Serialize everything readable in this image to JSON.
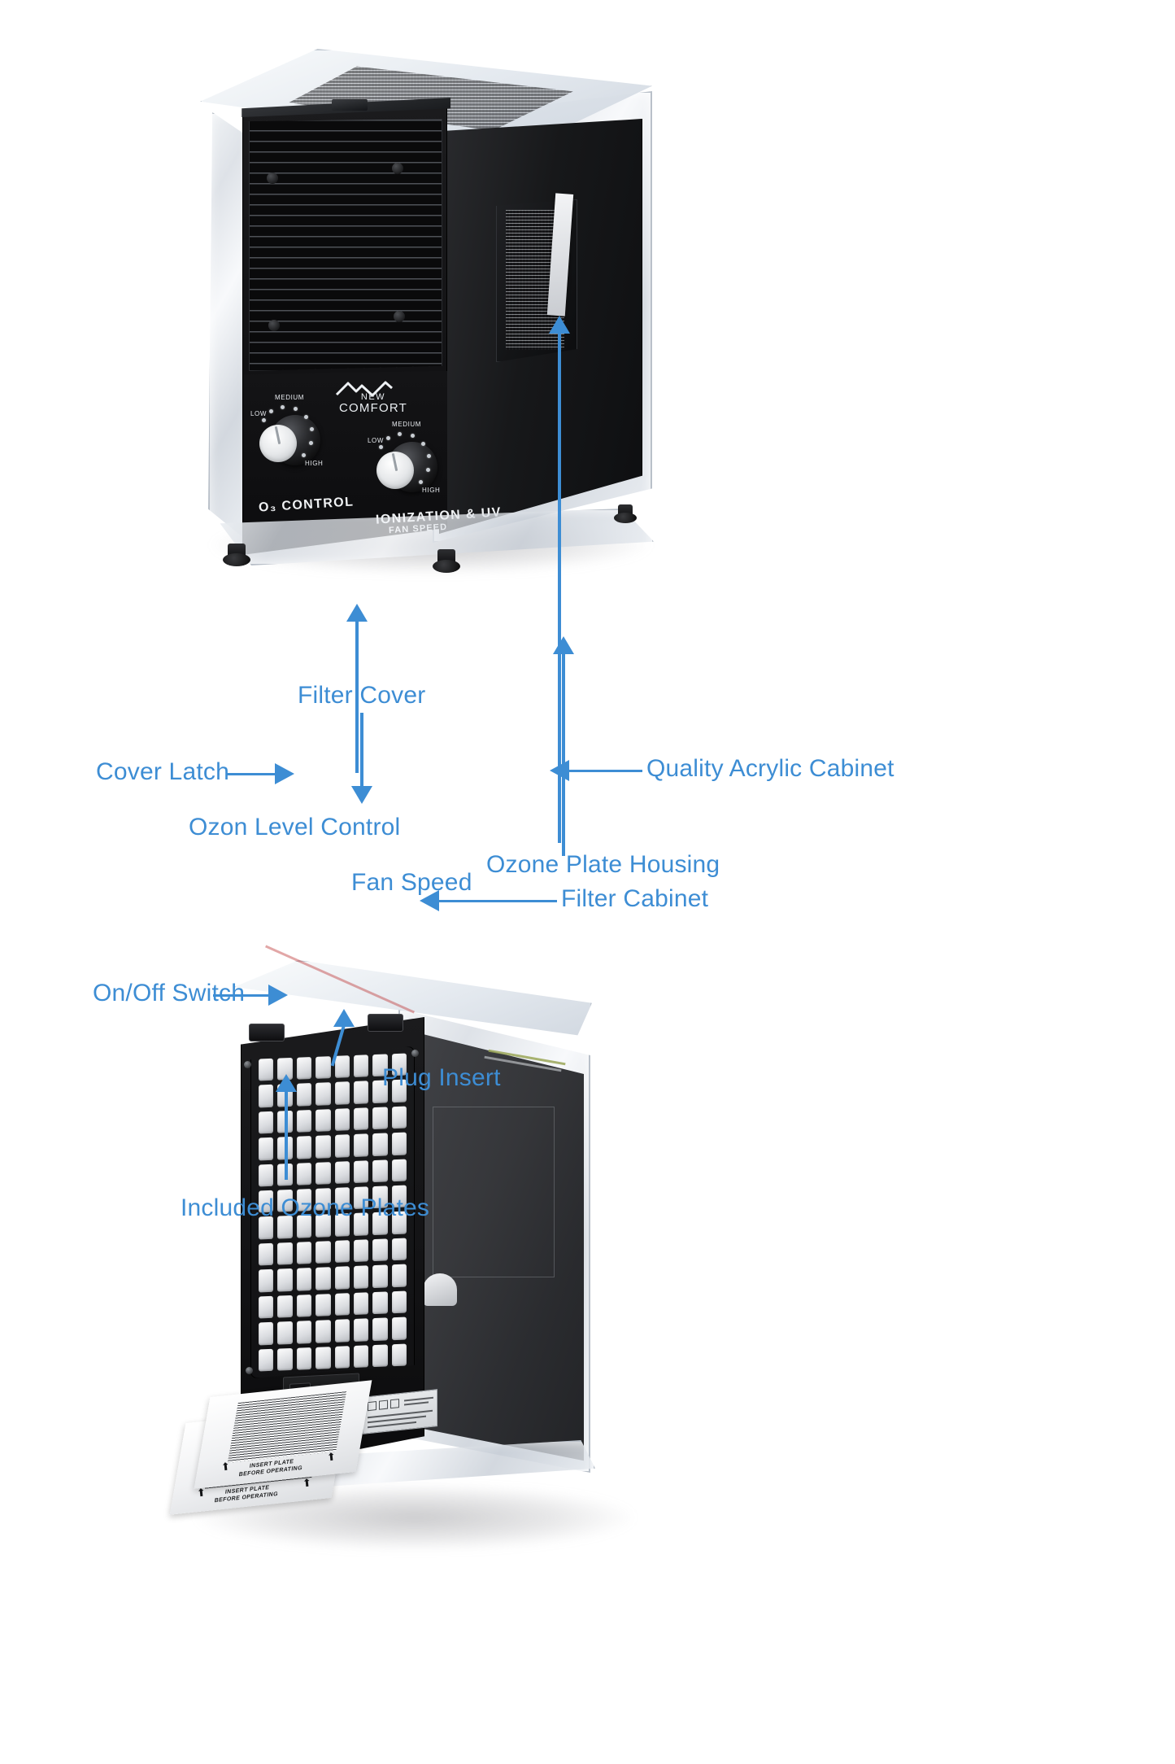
{
  "product": {
    "brand_line1": "NEW",
    "brand_line2": "COMFORT",
    "brand_mark_icon": "mountain-logo-icon"
  },
  "top_view": {
    "view_name": "front-three-quarter-view",
    "control_panel": {
      "ozone_knob": {
        "label": "O₃ CONTROL",
        "dial_ticks": [
          "LOW",
          "MEDIUM",
          "HIGH"
        ]
      },
      "fan_knob": {
        "label_line1": "IONIZATION & UV",
        "label_line2": "FAN SPEED",
        "dial_ticks": [
          "LOW",
          "MEDIUM",
          "HIGH"
        ]
      }
    },
    "callouts": [
      {
        "id": "ozon-level-control",
        "label": "Ozon Level Control",
        "arrow": "up"
      },
      {
        "id": "fan-speed",
        "label": "Fan Speed",
        "arrow": "up"
      },
      {
        "id": "ozone-plate-housing",
        "label": "Ozone Plate Housing",
        "arrow": "up"
      }
    ]
  },
  "bottom_view": {
    "view_name": "rear-three-quarter-view",
    "plate_print": {
      "line1": "INSERT PLATE",
      "line2": "BEFORE OPERATING",
      "arrow_glyph": "⬆"
    },
    "callouts": [
      {
        "id": "filter-cover",
        "label": "Filter Cover",
        "arrow": "down"
      },
      {
        "id": "cover-latch",
        "label": "Cover Latch",
        "arrow": "right"
      },
      {
        "id": "quality-acrylic-cabinet",
        "label": "Quality Acrylic Cabinet",
        "arrow": "left"
      },
      {
        "id": "filter-cabinet",
        "label": "Filter Cabinet",
        "arrow": "left"
      },
      {
        "id": "on-off-switch",
        "label": "On/Off Switch",
        "arrow": "right"
      },
      {
        "id": "plug-insert",
        "label": "Plug Insert",
        "arrow": "up"
      },
      {
        "id": "included-ozone-plates",
        "label": "Included Ozone Plates",
        "arrow": "up"
      }
    ]
  },
  "colors": {
    "callout_blue": "#3d8dd4",
    "background": "#ffffff",
    "body_black": "#121214",
    "acrylic": "#dfe4ea"
  }
}
